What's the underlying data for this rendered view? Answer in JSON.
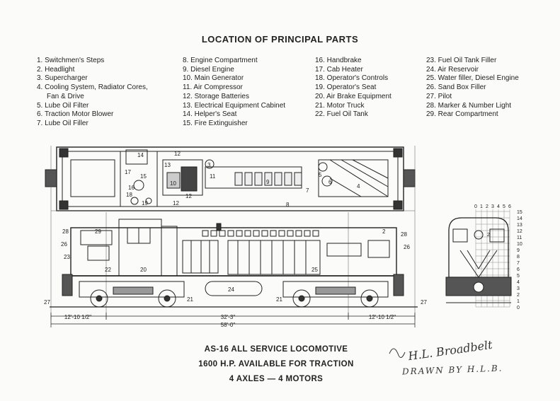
{
  "title": "LOCATION OF PRINCIPAL PARTS",
  "parts": {
    "col1": [
      "1. Switchmen's Steps",
      "2. Headlight",
      "3. Supercharger",
      "4. Cooling System, Radiator Cores,",
      "Fan & Drive",
      "5. Lube Oil Filter",
      "6. Traction Motor Blower",
      "7. Lube Oil Filler"
    ],
    "col2": [
      "8. Engine Compartment",
      "9. Diesel Engine",
      "10. Main Generator",
      "11. Air Compressor",
      "12. Storage Batteries",
      "13. Electrical Equipment Cabinet",
      "14. Helper's Seat",
      "15. Fire Extinguisher"
    ],
    "col3": [
      "16. Handbrake",
      "17. Cab Heater",
      "18. Operator's Controls",
      "19. Operator's Seat",
      "20. Air Brake Equipment",
      "21. Motor Truck",
      "22. Fuel Oil Tank"
    ],
    "col4": [
      "23. Fuel Oil Tank Filler",
      "24. Air Reservoir",
      "25. Water filler, Diesel Engine",
      "26. Sand Box Filler",
      "27. Pilot",
      "28. Marker & Number Light",
      "29. Rear Compartment"
    ]
  },
  "plan_labels": [
    "14",
    "12",
    "12",
    "13",
    "3",
    "11",
    "9",
    "6",
    "5",
    "4",
    "7",
    "17",
    "15",
    "16",
    "10",
    "18",
    "19",
    "12",
    "8"
  ],
  "elevation_labels": [
    "28",
    "29",
    "26",
    "23",
    "22",
    "20",
    "24",
    "25",
    "21",
    "21",
    "27",
    "27",
    "28",
    "26",
    "2"
  ],
  "dimensions": {
    "d1": "12'-10 1/2\"",
    "d2": "32'-3\"",
    "d3": "12'-10 1/2\"",
    "d4": "58'-0\""
  },
  "scale": {
    "top": [
      "0",
      "1",
      "2",
      "3",
      "4",
      "5",
      "6"
    ],
    "right": [
      "15",
      "14",
      "13",
      "12",
      "11",
      "10",
      "9",
      "8",
      "7",
      "6",
      "5",
      "4",
      "3",
      "2",
      "1",
      "0"
    ]
  },
  "caption": {
    "line1": "AS-16 ALL SERVICE LOCOMOTIVE",
    "line2": "1600 H.P. AVAILABLE FOR TRACTION",
    "line3": "4 AXLES — 4 MOTORS"
  },
  "signature": {
    "name": "H.L. Broadbelt",
    "drawn_by": "DRAWN BY H.L.B."
  }
}
